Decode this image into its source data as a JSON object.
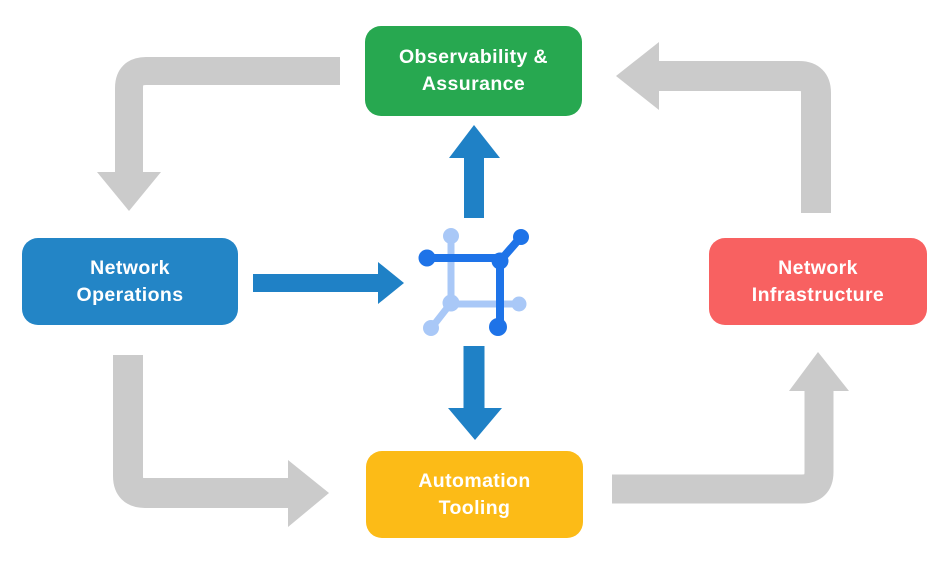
{
  "diagram": {
    "type": "cycle-flow",
    "description": "Network automation closed-loop cycle with central network icon"
  },
  "colors": {
    "background": "#FFFFFF",
    "green": "#27A850",
    "blue": "#2385C6",
    "red": "#F86161",
    "yellow": "#FCBB17",
    "arrow_gray": "#CBCBCB",
    "arrow_blue": "#1F81C6",
    "icon_dark_blue": "#1E73E8",
    "icon_light_blue": "#A9C8F7",
    "node_text": "#FFFFFF"
  },
  "nodes": {
    "observability": {
      "label": "Observability &\nAssurance",
      "color": "#27A850",
      "position": "top-center"
    },
    "operations": {
      "label": "Network\nOperations",
      "color": "#2385C6",
      "position": "middle-left"
    },
    "infrastructure": {
      "label": "Network\nInfrastructure",
      "color": "#F86161",
      "position": "middle-right"
    },
    "tooling": {
      "label": "Automation\nTooling",
      "color": "#FCBB17",
      "position": "bottom-center"
    }
  },
  "center_icon": {
    "name": "network-automation-icon",
    "dark_color": "#1E73E8",
    "light_color": "#A9C8F7"
  },
  "flows": [
    {
      "from": "Observability & Assurance",
      "to": "Network Operations",
      "style": "gray-elbow",
      "direction": "left-then-down"
    },
    {
      "from": "Network Operations",
      "to": "Automation Tooling",
      "style": "gray-elbow",
      "direction": "down-then-right"
    },
    {
      "from": "Automation Tooling",
      "to": "Network Infrastructure",
      "style": "gray-elbow",
      "direction": "right-then-up"
    },
    {
      "from": "Network Infrastructure",
      "to": "Observability & Assurance",
      "style": "gray-elbow",
      "direction": "up-then-left"
    },
    {
      "from": "Network Operations",
      "to": "center-icon",
      "style": "blue-straight",
      "direction": "right"
    },
    {
      "from": "center-icon",
      "to": "Observability & Assurance",
      "style": "blue-straight",
      "direction": "up"
    },
    {
      "from": "center-icon",
      "to": "Automation Tooling",
      "style": "blue-straight",
      "direction": "down"
    }
  ]
}
